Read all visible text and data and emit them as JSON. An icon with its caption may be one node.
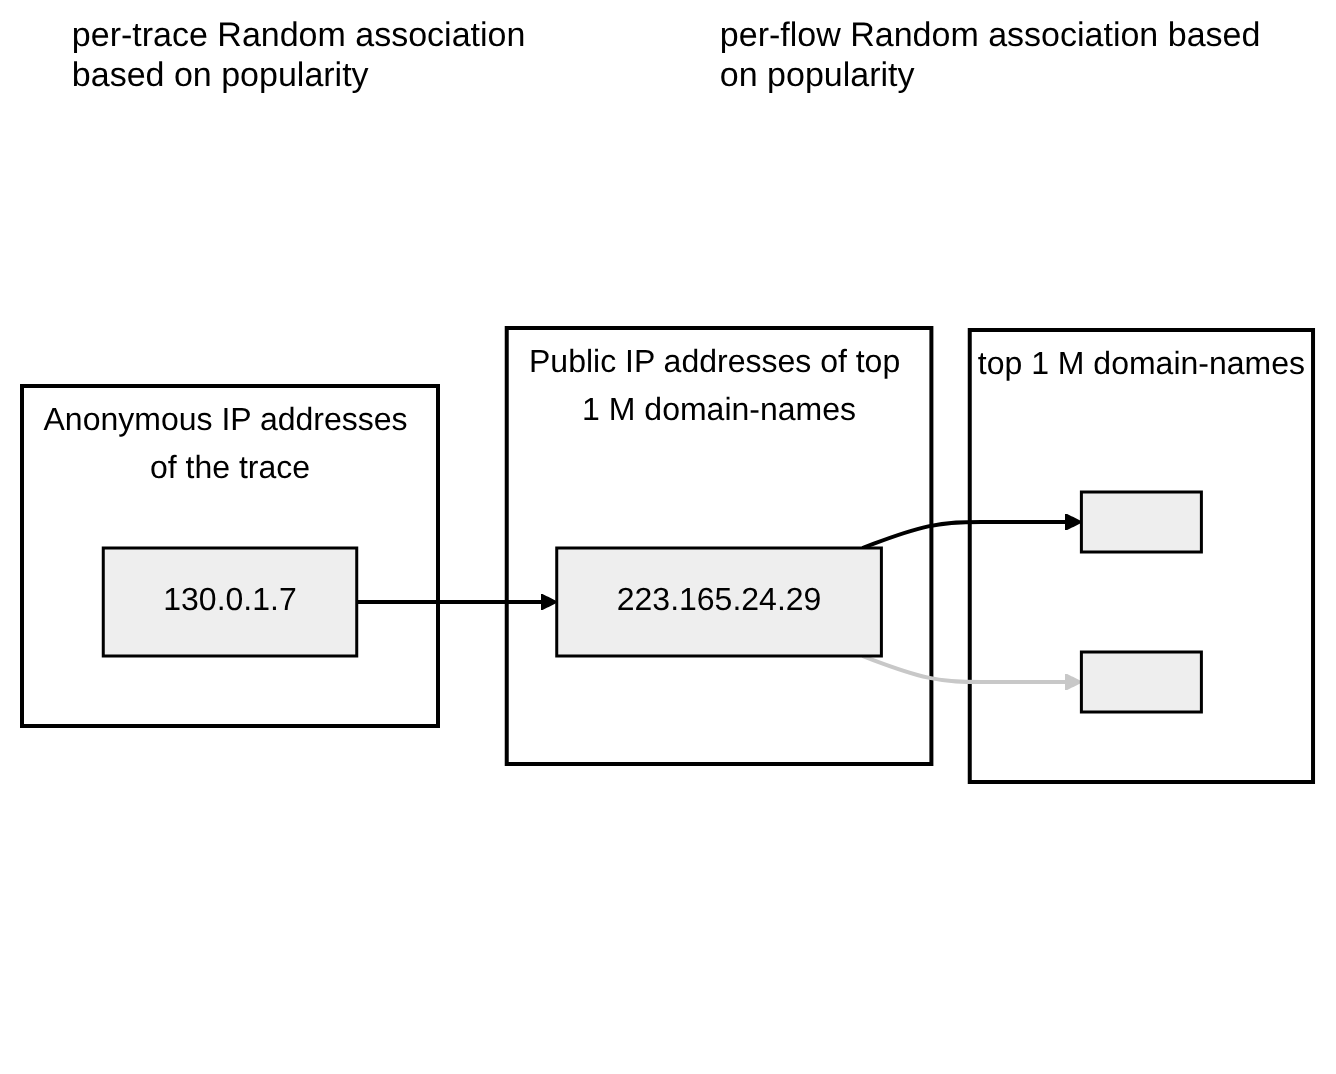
{
  "diagram": {
    "nodes": [
      {
        "text": [
          "Anonymous IP addresses of the trace"
        ]
      },
      {
        "text": [
          "130.0.1.7"
        ],
        "in": 0
      },
      {
        "text": [
          "Public IP addresses of top 1 M domain-names"
        ]
      },
      {
        "text": [
          "223.165.24.29"
        ],
        "in": 2
      },
      {
        "text": [
          "top 1 M domain-names"
        ]
      },
      {
        "text": [],
        "shape": "box",
        "in": 4
      },
      {
        "text": [],
        "shape": "box",
        "in": 4
      }
    ],
    "edges": [
      {
        "from": 1,
        "to": 3,
        "arrow": "to"
      },
      {
        "from": 3,
        "to": 5,
        "arrow": "to"
      },
      {
        "from": 3,
        "to": 6,
        "arrow": "to",
        "color": "#c8c8c8"
      }
    ],
    "labels": [
      "per-trace Random association based on popularity",
      "per-flow Random association based on popularity"
    ]
  }
}
